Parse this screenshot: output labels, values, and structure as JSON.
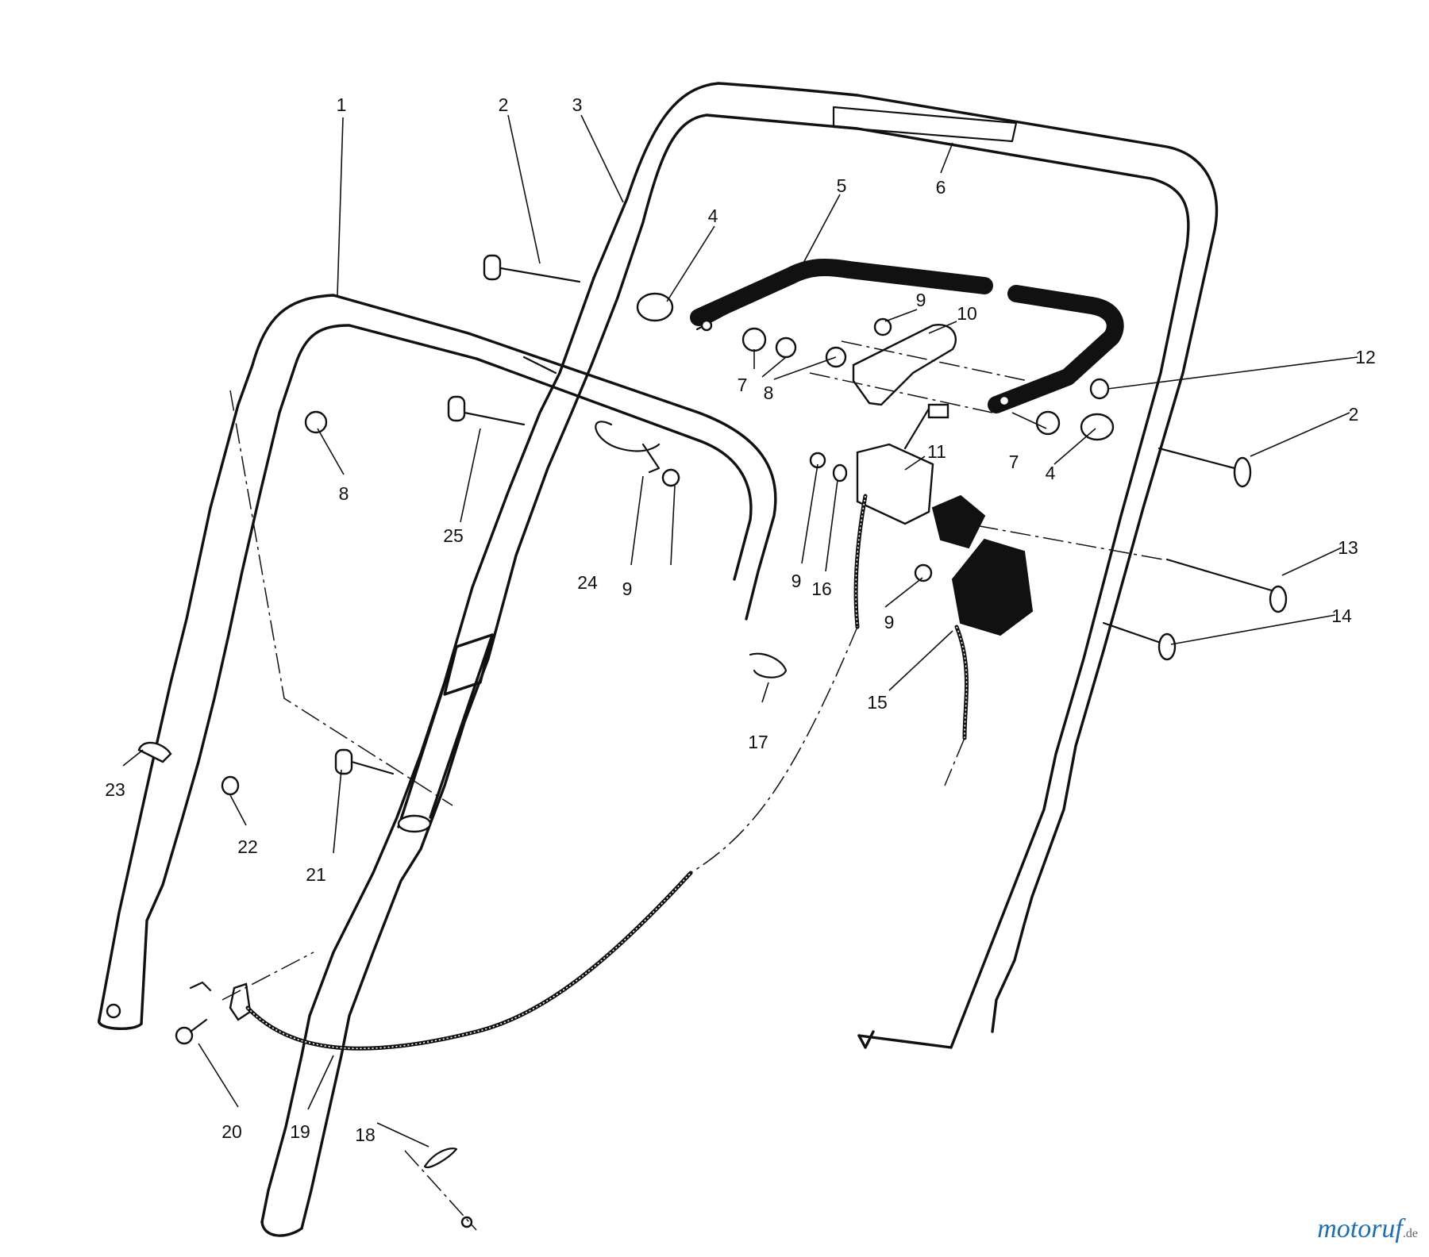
{
  "diagram": {
    "callouts": [
      "1",
      "2",
      "3",
      "4",
      "5",
      "6",
      "7",
      "8",
      "9",
      "10",
      "11",
      "12",
      "13",
      "14",
      "15",
      "16",
      "17",
      "18",
      "19",
      "20",
      "21",
      "22",
      "23",
      "24",
      "25"
    ],
    "colors": {
      "ink": "#111111",
      "paper": "#ffffff",
      "watermark": "#1f6fb2"
    }
  },
  "watermark": {
    "brand": "motoruf",
    "tld": ".de"
  }
}
